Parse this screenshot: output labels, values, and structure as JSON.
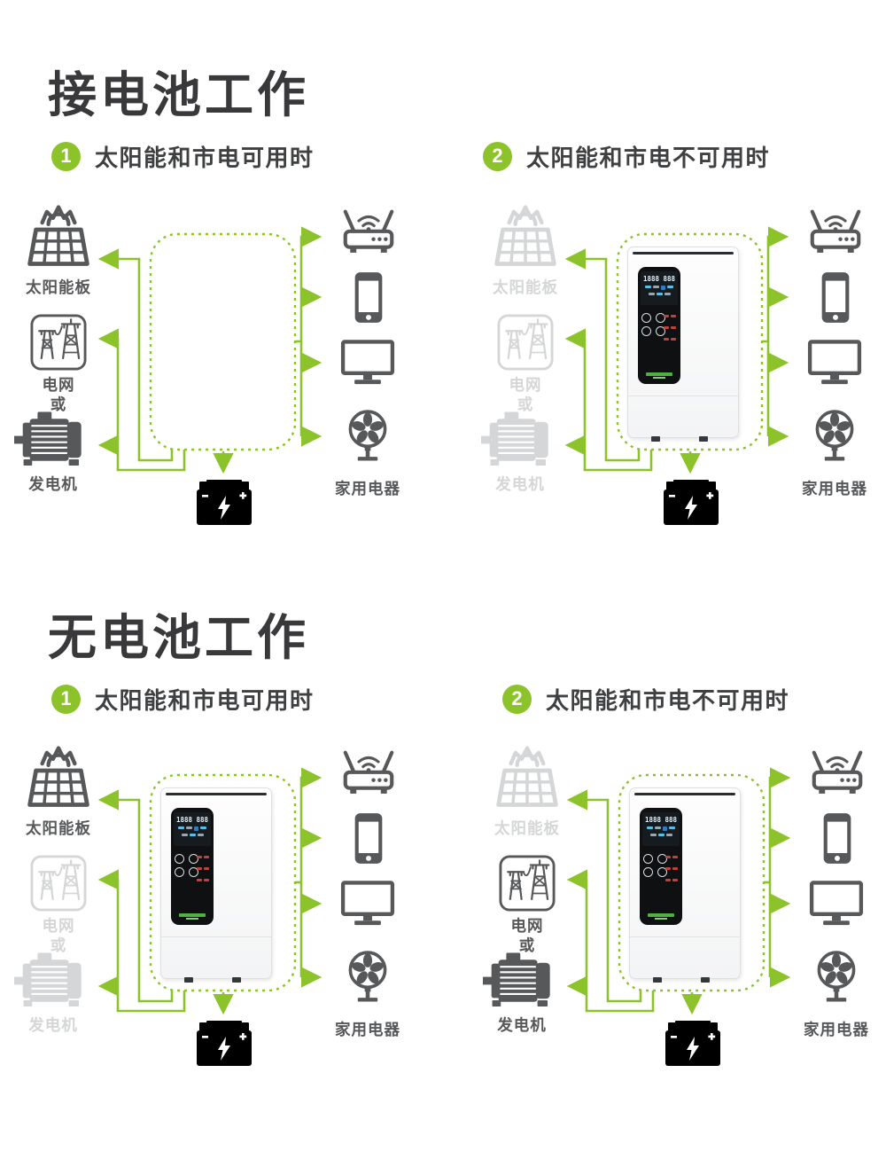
{
  "colors": {
    "accent_green": "#8CC32B",
    "icon_dark": "#57585A",
    "icon_inactive": "#D5D6D7",
    "title_text": "#39393B",
    "battery_terminal_blue": "#36A9DC",
    "led_red": "#C2413A",
    "brand_green": "#4EB23E"
  },
  "labels": {
    "solar_panel": "太阳能板",
    "grid": "电网",
    "or": "或",
    "generator": "发电机",
    "appliances": "家用电器"
  },
  "device": {
    "screen_text": "1888 888"
  },
  "sections": [
    {
      "title": "接电池工作",
      "scenarios": [
        {
          "badge": "1",
          "caption": "太阳能和市电可用时",
          "device_present": false,
          "states": {
            "solar": "active",
            "grid": "active",
            "or": "active",
            "generator": "active",
            "battery": "active",
            "appliances": "active"
          }
        },
        {
          "badge": "2",
          "caption": "太阳能和市电不可用时",
          "device_present": true,
          "states": {
            "solar": "inactive",
            "grid": "inactive",
            "or": "inactive",
            "generator": "inactive",
            "battery": "active",
            "appliances": "active"
          }
        }
      ]
    },
    {
      "title": "无电池工作",
      "scenarios": [
        {
          "badge": "1",
          "caption": "太阳能和市电可用时",
          "device_present": true,
          "states": {
            "solar": "active",
            "grid": "inactive",
            "or": "inactive",
            "generator": "inactive",
            "battery": "inactive",
            "appliances": "active"
          }
        },
        {
          "badge": "2",
          "caption": "太阳能和市电不可用时",
          "device_present": true,
          "states": {
            "solar": "inactive",
            "grid": "active",
            "or": "active",
            "generator": "active",
            "battery": "inactive",
            "appliances": "active"
          }
        }
      ]
    }
  ]
}
